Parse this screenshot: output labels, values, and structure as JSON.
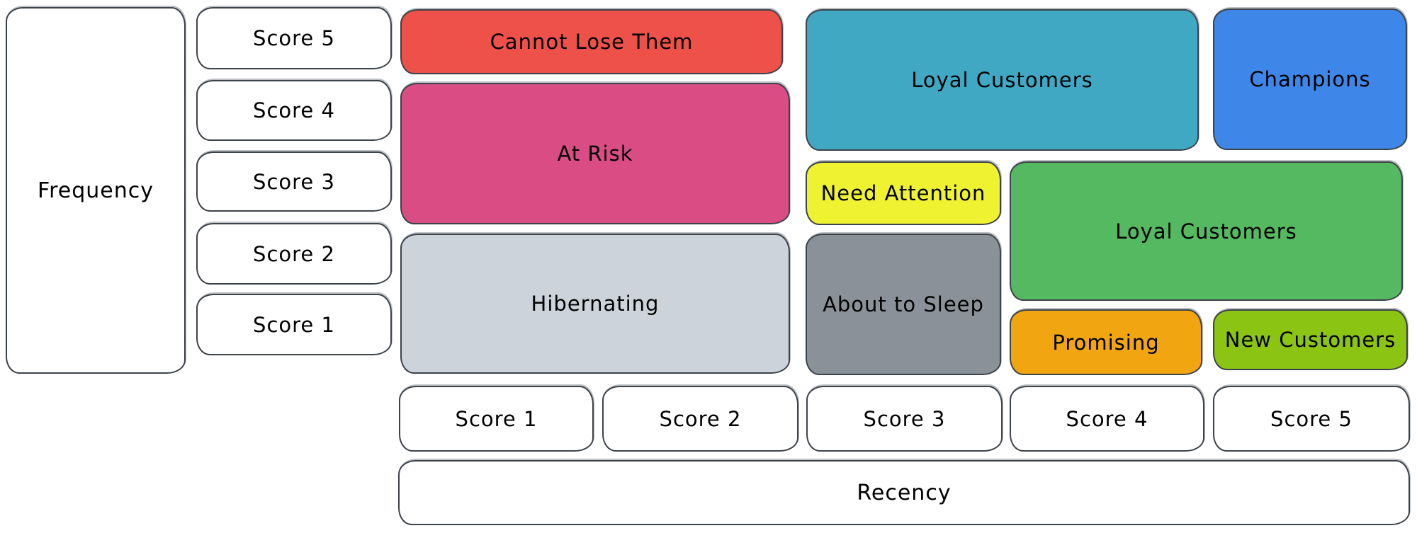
{
  "axes": {
    "frequency": {
      "label": "Frequency",
      "scores": [
        "Score 5",
        "Score 4",
        "Score 3",
        "Score 2",
        "Score 1"
      ]
    },
    "recency": {
      "label": "Recency",
      "scores": [
        "Score 1",
        "Score 2",
        "Score 3",
        "Score 4",
        "Score 5"
      ]
    }
  },
  "segments": {
    "cannot_lose": {
      "label": "Cannot Lose Them",
      "color": "#ee5149"
    },
    "at_risk": {
      "label": "At Risk",
      "color": "#d94d84"
    },
    "hibernating": {
      "label": "Hibernating",
      "color": "#ccd3da"
    },
    "loyal_customers_top": {
      "label": "Loyal Customers",
      "color": "#41a8c4"
    },
    "champions": {
      "label": "Champions",
      "color": "#3f86e9"
    },
    "need_attention": {
      "label": "Need Attention",
      "color": "#eff231"
    },
    "about_to_sleep": {
      "label": "About to Sleep",
      "color": "#8b9198"
    },
    "loyal_customers_mid": {
      "label": "Loyal Customers",
      "color": "#55b961"
    },
    "promising": {
      "label": "Promising",
      "color": "#f0a511"
    },
    "new_customers": {
      "label": "New Customers",
      "color": "#8bc412"
    }
  },
  "text_color": "#000000"
}
